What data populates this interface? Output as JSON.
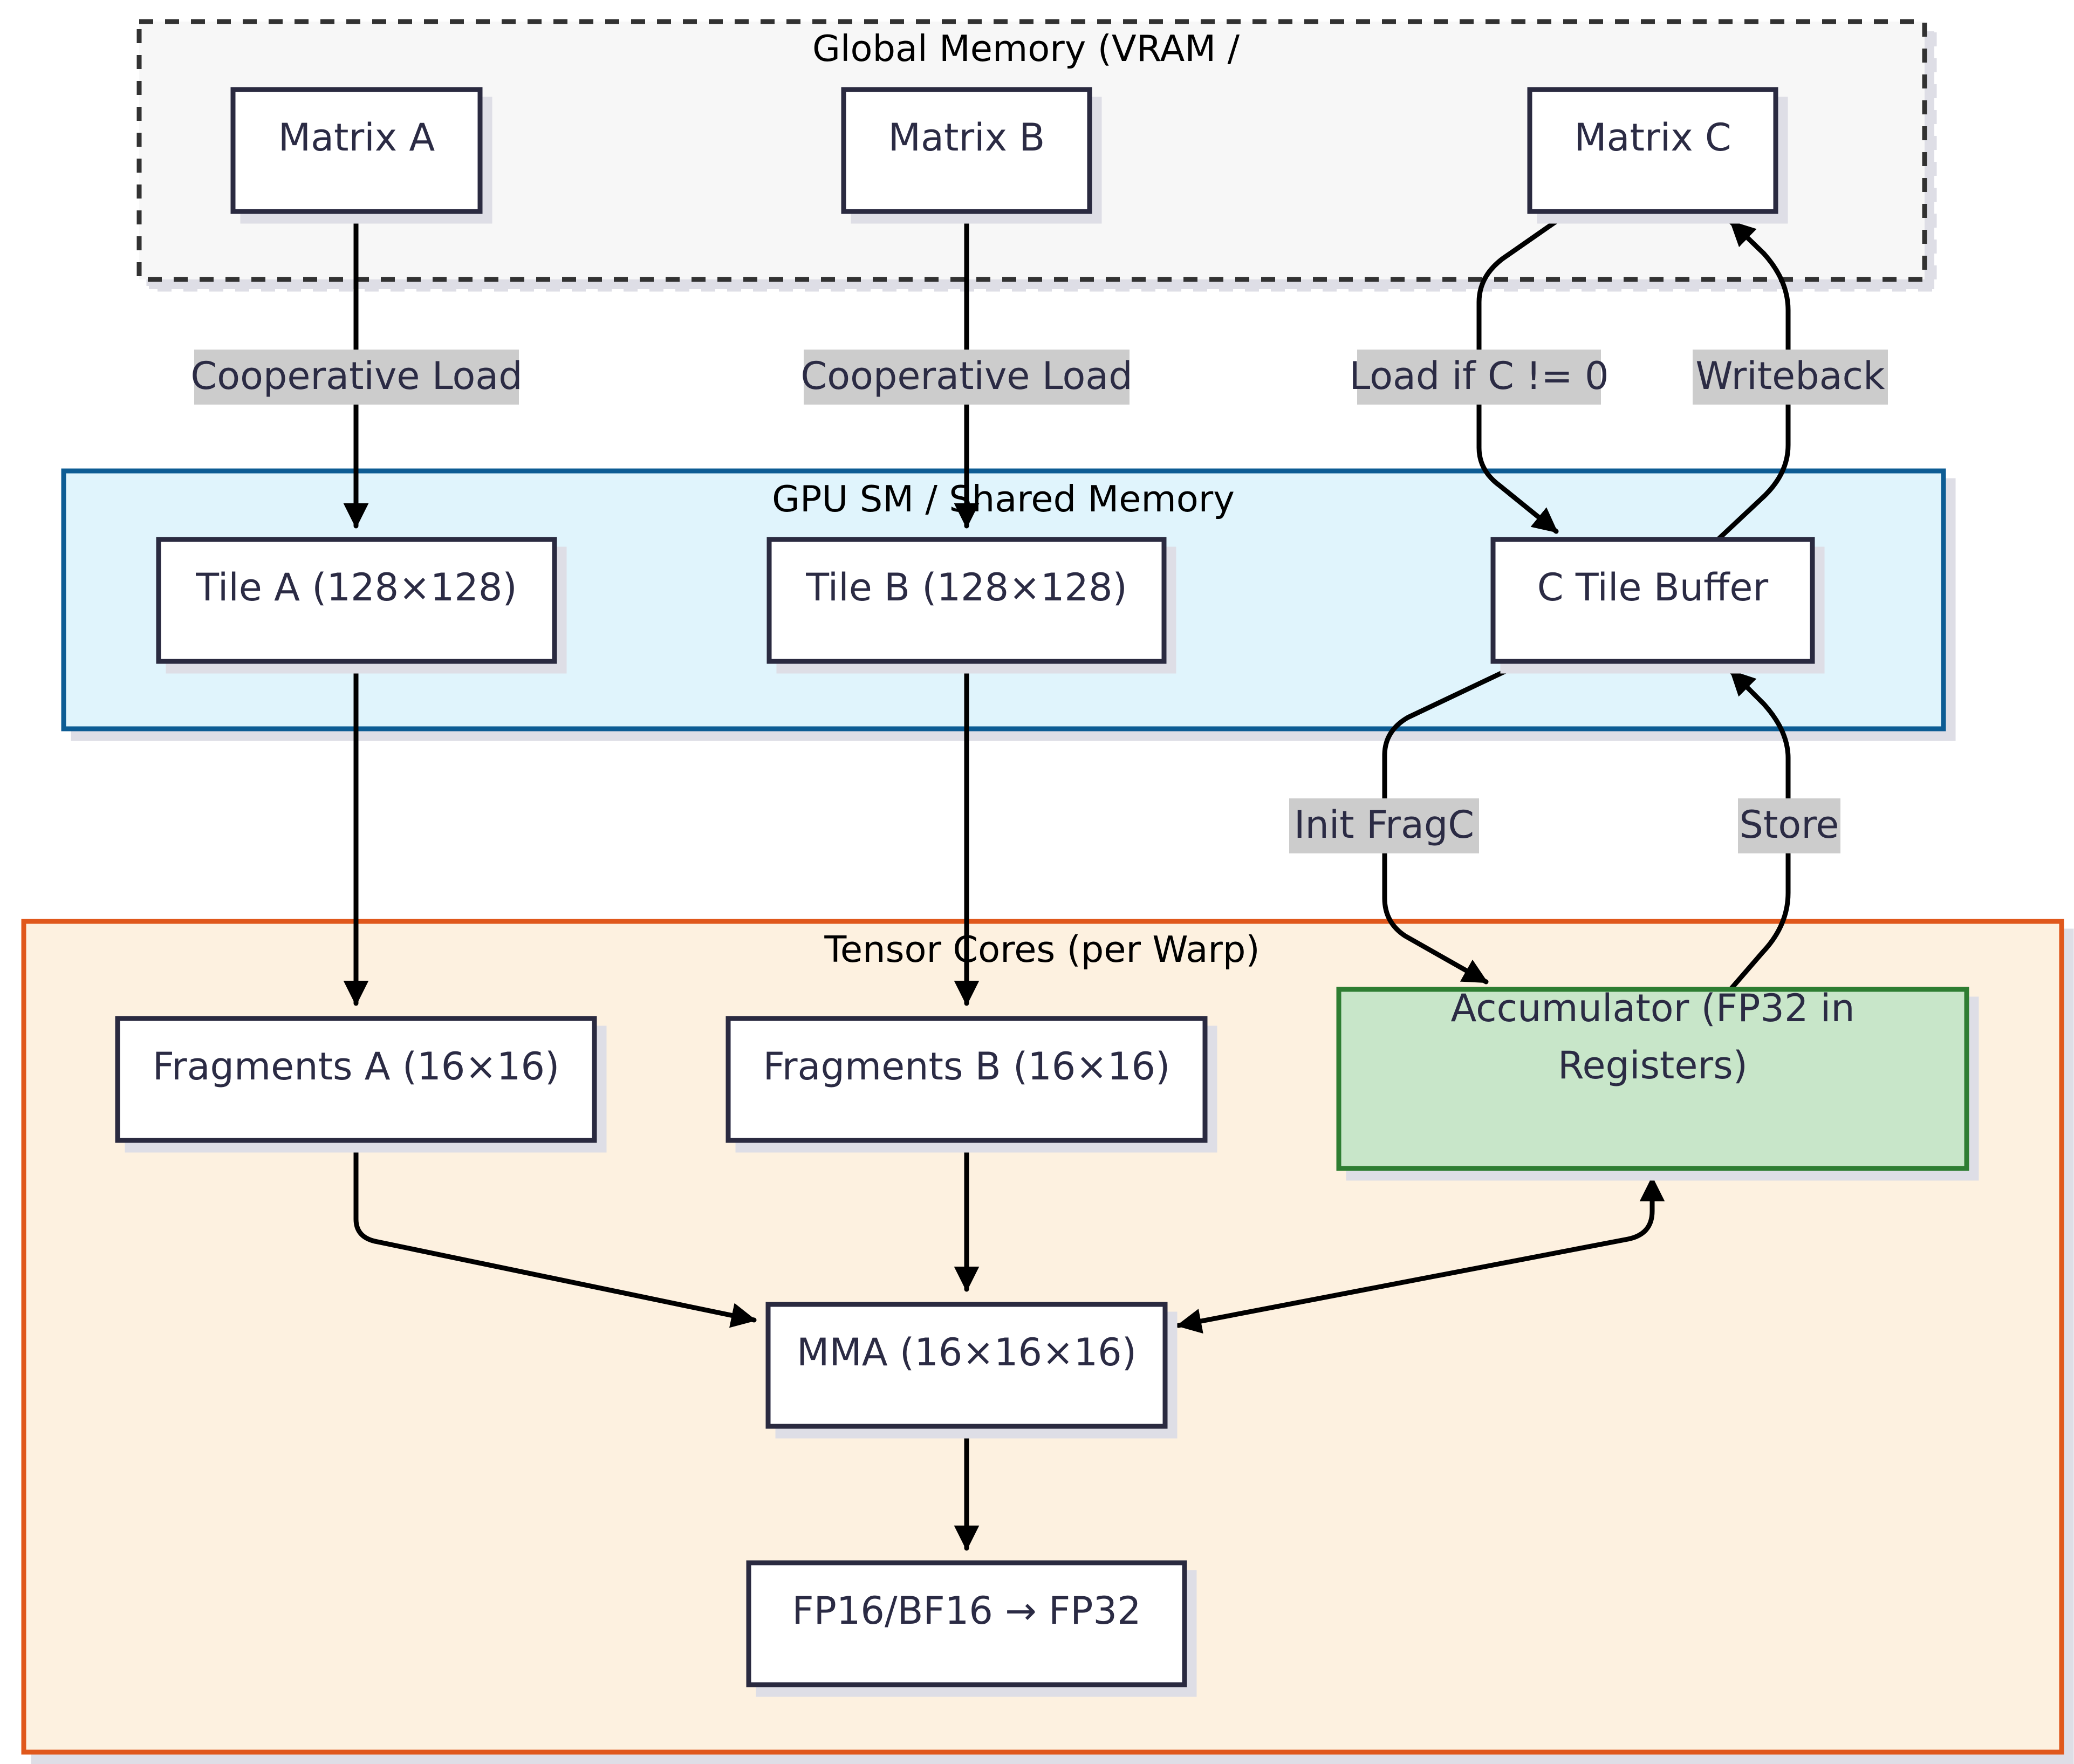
{
  "subgraphs": {
    "global": {
      "title": "Global Memory (VRAM /",
      "fill": "#f7f7f7",
      "stroke": "#333333"
    },
    "shared": {
      "title": "GPU SM / Shared Memory",
      "fill": "#e0f4fc",
      "stroke": "#0d5b94"
    },
    "tensor": {
      "title": "Tensor Cores (per Warp)",
      "fill": "#fdf1e0",
      "stroke": "#e0581a"
    }
  },
  "nodes": {
    "matrix_a": {
      "lines": [
        "Matrix A"
      ]
    },
    "matrix_b": {
      "lines": [
        "Matrix B"
      ]
    },
    "matrix_c": {
      "lines": [
        "Matrix C"
      ]
    },
    "tile_a": {
      "lines": [
        "Tile A (128×128)"
      ]
    },
    "tile_b": {
      "lines": [
        "Tile B (128×128)"
      ]
    },
    "c_tile_buffer": {
      "lines": [
        "C Tile Buffer"
      ]
    },
    "frag_a": {
      "lines": [
        "Fragments A (16×16)"
      ]
    },
    "frag_b": {
      "lines": [
        "Fragments B (16×16)"
      ]
    },
    "accumulator": {
      "lines": [
        "Accumulator (FP32 in",
        "Registers)"
      ],
      "fill": "#c8e6c9",
      "stroke": "#2e7d32"
    },
    "mma": {
      "lines": [
        "MMA (16×16×16)"
      ]
    },
    "convert": {
      "lines": [
        "FP16/BF16 → FP32"
      ]
    }
  },
  "edge_labels": {
    "load_a": "Cooperative Load",
    "load_b": "Cooperative Load",
    "load_c": "Load if C != 0",
    "writeback": "Writeback",
    "init_fragc": "Init FragC",
    "store": "Store"
  },
  "colors": {
    "node_fill": "#ffffff",
    "node_stroke": "#2a2a40",
    "edge": "#000000",
    "label_bg": "#cccccc",
    "text": "#2b2b44"
  }
}
